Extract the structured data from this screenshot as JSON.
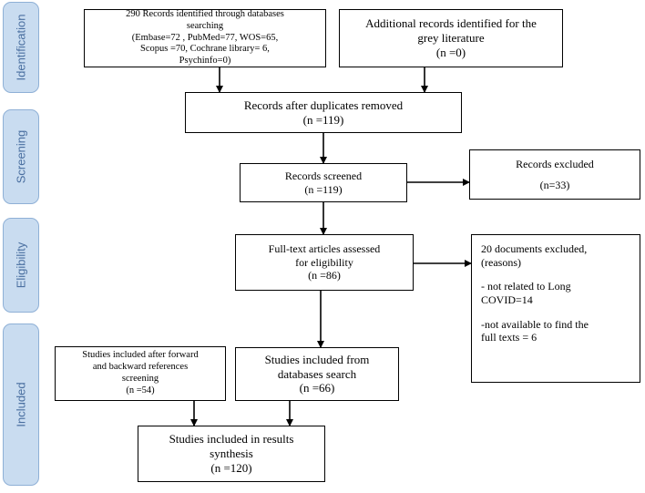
{
  "phases": {
    "identification": "Identification",
    "screening": "Screening",
    "eligibility": "Eligibility",
    "included": "Included"
  },
  "boxes": {
    "databases": "290 Records identified through databases\nsearching\n(Embase=72   , PubMed=77, WOS=65,\nScopus =70,  Cochrane library= 6,\nPsychinfo=0)",
    "grey_literature": "Additional records identified for the\ngrey literature\n(n =0)",
    "duplicates_removed": "Records after duplicates removed\n(n =119)",
    "records_screened": "Records screened\n(n =119)",
    "records_excluded_title": "Records excluded",
    "records_excluded_count": "(n=33)",
    "fulltext_assessed": "Full-text articles assessed\nfor eligibility\n(n =86)",
    "fulltext_excluded_title": "20 documents excluded,\n(reasons)",
    "fulltext_excluded_reason1": "- not related to Long\nCOVID=14",
    "fulltext_excluded_reason2": "-not available to find the\nfull texts = 6",
    "forward_backward": "Studies included after forward\nand backward references\nscreening\n(n =54)",
    "databases_search": "Studies included from\ndatabases search\n(n =66)",
    "synthesis": "Studies included in results\nsynthesis\n(n =120)"
  }
}
